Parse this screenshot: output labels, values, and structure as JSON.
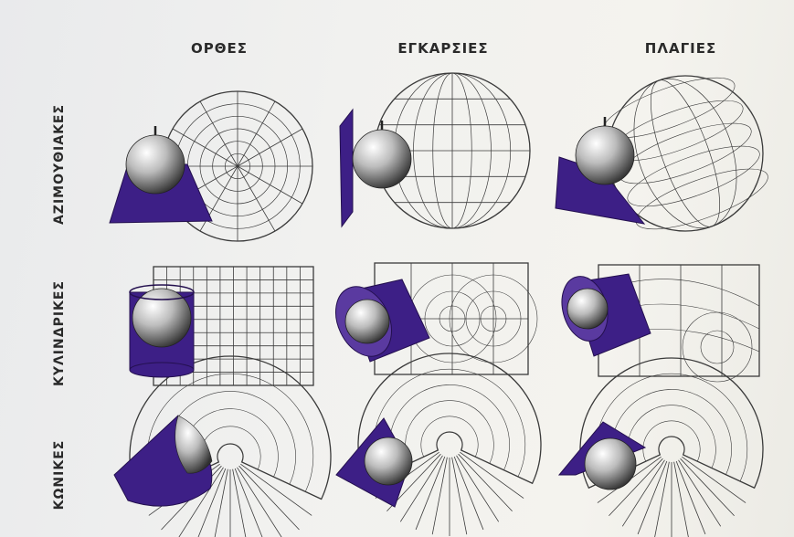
{
  "columns": [
    "ΟΡΘΕΣ",
    "ΕΓΚΑΡΣΙΕΣ",
    "ΠΛΑΓΙΕΣ"
  ],
  "rows": [
    "ΑΖΙΜΟΥΘΙΑΚΕΣ",
    "ΚΥΛΙΝΔΡΙΚΕΣ",
    "ΚΩΝΙΚΕΣ"
  ],
  "colors": {
    "plane": "#3d1f86",
    "plane_edge": "#24104f",
    "grid": "#3b3b3b",
    "globe_light": "#f4f4f4",
    "globe_dark": "#3a3a3a"
  }
}
